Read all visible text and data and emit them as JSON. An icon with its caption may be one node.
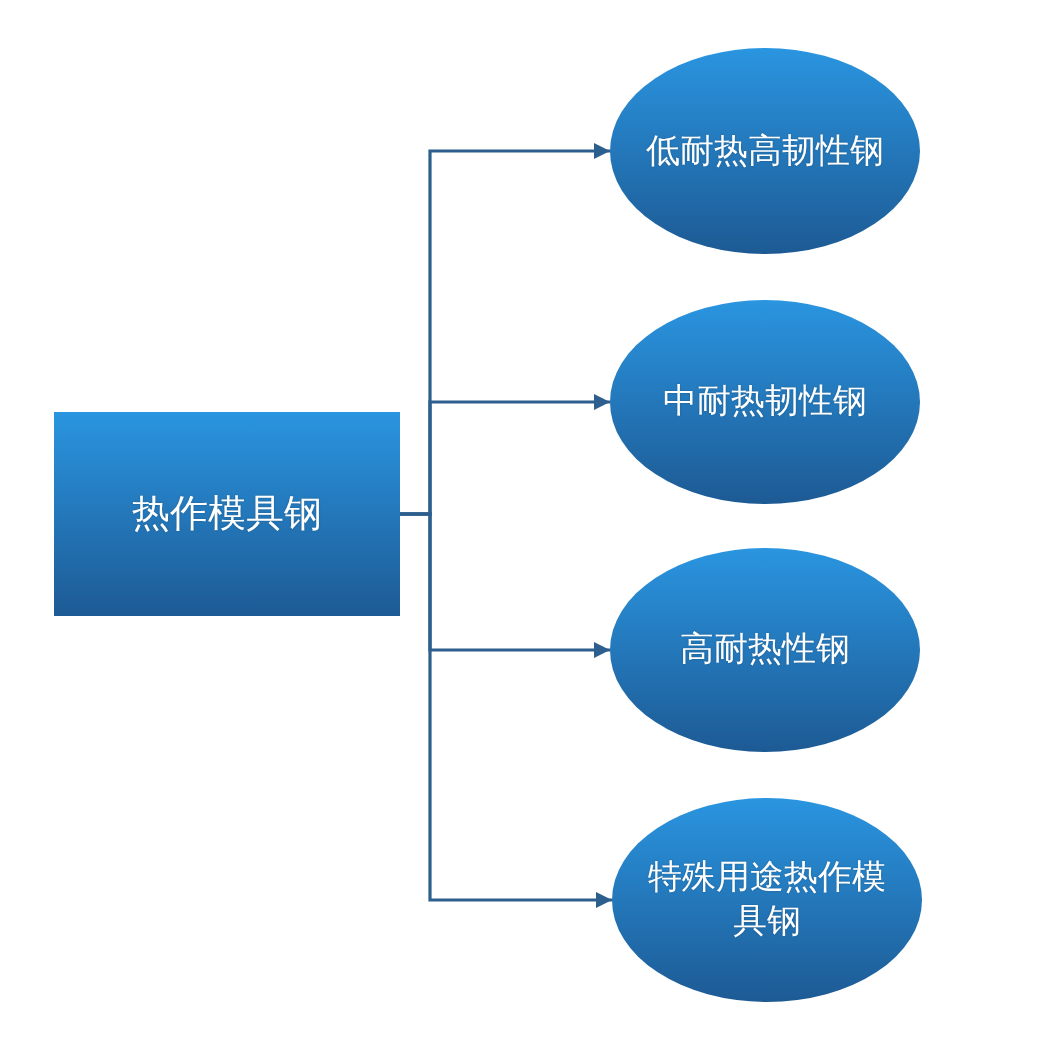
{
  "diagram": {
    "nodes": [
      {
        "text": [
          "热作模具钢"
        ]
      },
      {
        "text": [
          "低耐热高韧性钢"
        ]
      },
      {
        "text": [
          "中耐热韧性钢"
        ]
      },
      {
        "text": [
          "高耐热性钢"
        ]
      },
      {
        "text": [
          "特殊用途热作模具钢"
        ]
      }
    ],
    "edges": [
      {
        "from": 0,
        "to": 1,
        "arrow": "to"
      },
      {
        "from": 0,
        "to": 2,
        "arrow": "to"
      },
      {
        "from": 0,
        "to": 3,
        "arrow": "to"
      },
      {
        "from": 0,
        "to": 4,
        "arrow": "to"
      }
    ]
  }
}
